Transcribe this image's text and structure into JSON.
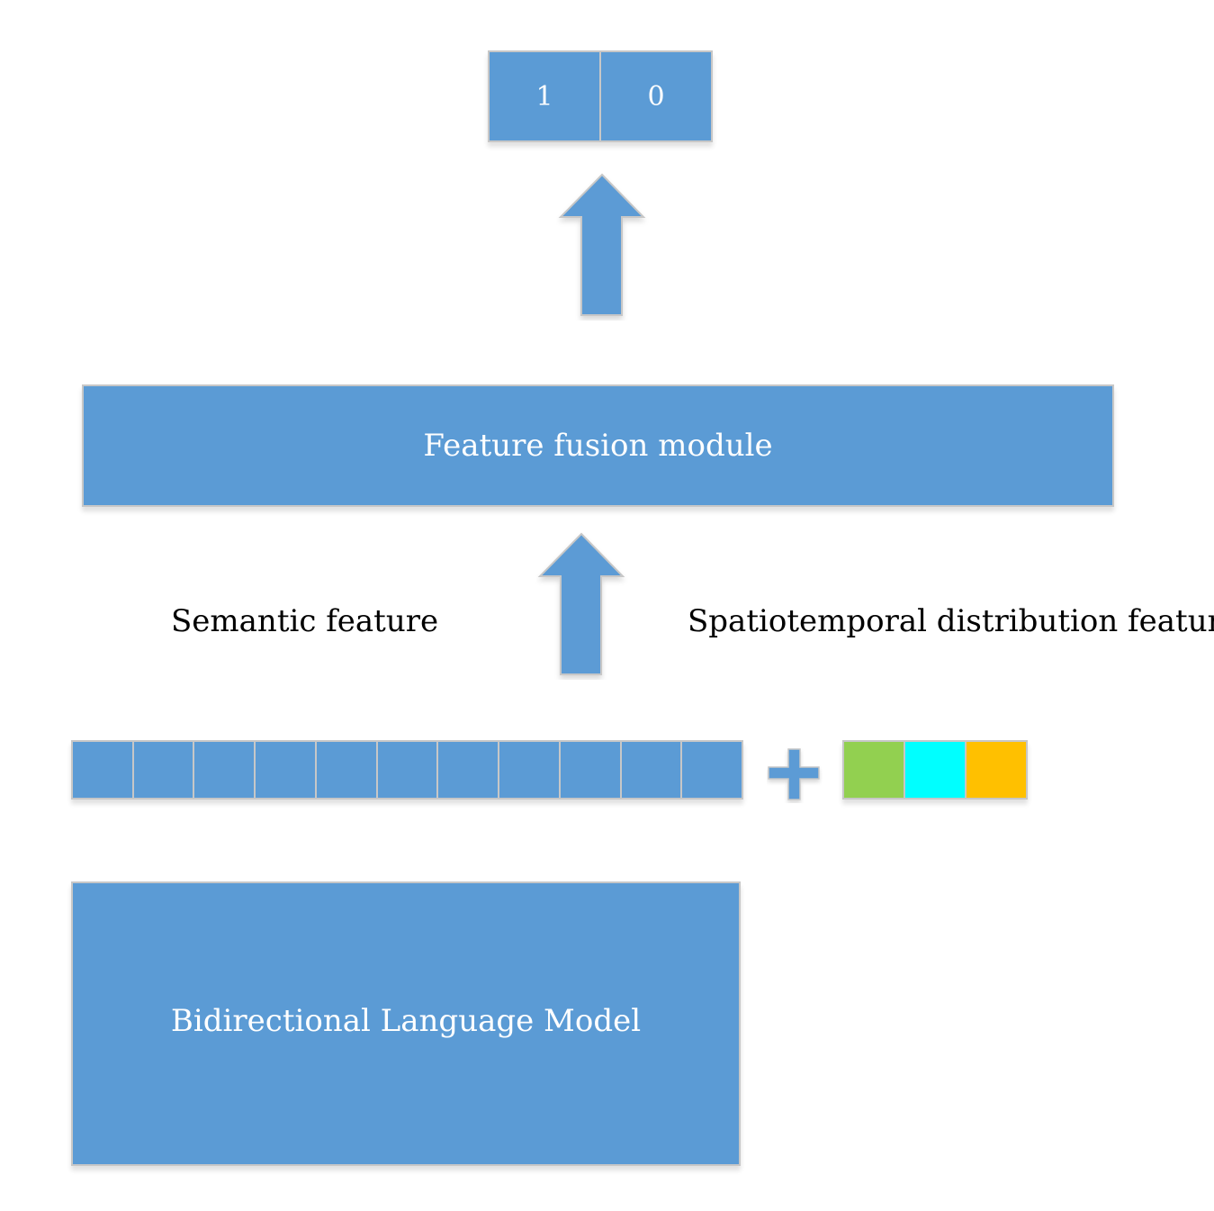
{
  "colors": {
    "box_fill": "#5b9bd5",
    "box_border": "#c7c7c7",
    "text_on_box": "#ffffff",
    "label_text": "#000000"
  },
  "output": {
    "cells": [
      "1",
      "0"
    ]
  },
  "fusion": {
    "label": "Feature fusion module"
  },
  "labels": {
    "semantic": "Semantic feature",
    "spatiotemporal": "Spatiotemporal distribution feature"
  },
  "semantic_vector": {
    "cell_count": 11
  },
  "spatiotemporal_vector": {
    "cells": [
      {
        "color": "#92d050"
      },
      {
        "color": "#00ffff"
      },
      {
        "color": "#ffc000"
      }
    ]
  },
  "operator": {
    "icon": "plus-icon"
  },
  "model": {
    "label": "Bidirectional Language Model"
  }
}
